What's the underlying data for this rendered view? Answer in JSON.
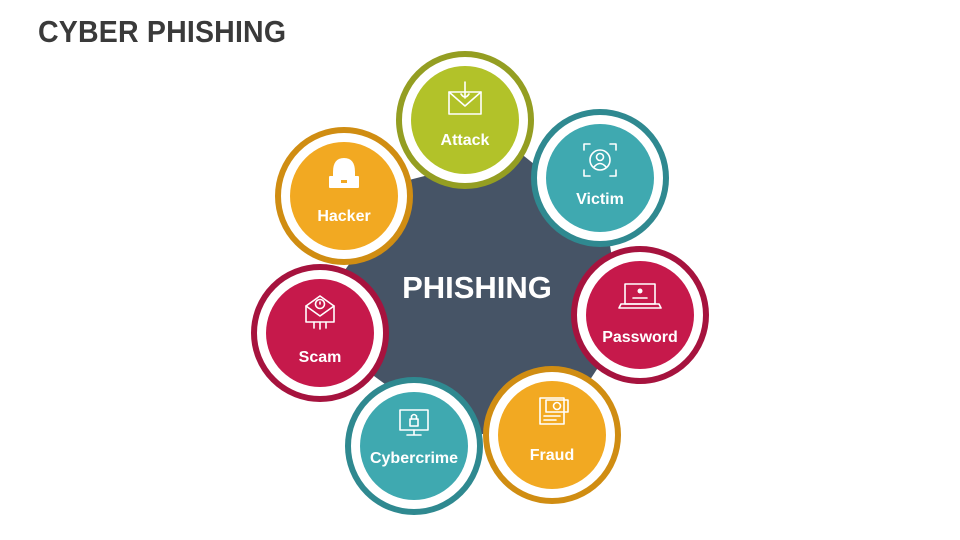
{
  "title": "CYBER PHISHING",
  "center": {
    "label": "PHISHING",
    "color": "#465466"
  },
  "nodes": [
    {
      "label": "Attack",
      "icon": "email-hook-icon",
      "color": "#B2C229",
      "ring": "#949E22"
    },
    {
      "label": "Victim",
      "icon": "user-target-icon",
      "color": "#3FA9B0",
      "ring": "#2F8990"
    },
    {
      "label": "Password",
      "icon": "laptop-login-icon",
      "color": "#C6194B",
      "ring": "#A6133E"
    },
    {
      "label": "Fraud",
      "icon": "money-document-icon",
      "color": "#F2A922",
      "ring": "#D08D12"
    },
    {
      "label": "Cybercrime",
      "icon": "monitor-lock-icon",
      "color": "#3FA9B0",
      "ring": "#2F8990"
    },
    {
      "label": "Scam",
      "icon": "email-alert-icon",
      "color": "#C6194B",
      "ring": "#A6133E"
    },
    {
      "label": "Hacker",
      "icon": "hacker-laptop-icon",
      "color": "#F2A922",
      "ring": "#D08D12"
    }
  ]
}
